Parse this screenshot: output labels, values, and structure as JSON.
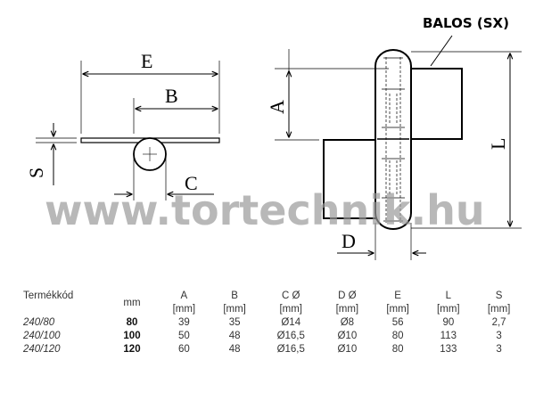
{
  "diagram": {
    "balos_label": "BALOS (SX)",
    "watermark": "www.tortechnik.hu",
    "dimension_labels": {
      "E": "E",
      "B": "B",
      "S": "S",
      "C": "C",
      "A": "A",
      "L": "L",
      "D": "D"
    }
  },
  "table": {
    "headers": [
      {
        "top": "Termékkód",
        "bottom": ""
      },
      {
        "top": "mm",
        "bottom": ""
      },
      {
        "top": "A",
        "bottom": "[mm]"
      },
      {
        "top": "B",
        "bottom": "[mm]"
      },
      {
        "top": "C Ø",
        "bottom": "[mm]"
      },
      {
        "top": "D Ø",
        "bottom": "[mm]"
      },
      {
        "top": "E",
        "bottom": "[mm]"
      },
      {
        "top": "L",
        "bottom": "[mm]"
      },
      {
        "top": "S",
        "bottom": "[mm]"
      }
    ],
    "rows": [
      [
        "240/80",
        "80",
        "39",
        "35",
        "Ø14",
        "Ø8",
        "56",
        "90",
        "2,7"
      ],
      [
        "240/100",
        "100",
        "50",
        "48",
        "Ø16,5",
        "Ø10",
        "80",
        "113",
        "3"
      ],
      [
        "240/120",
        "120",
        "60",
        "48",
        "Ø16,5",
        "Ø10",
        "80",
        "133",
        "3"
      ]
    ]
  },
  "colors": {
    "line": "#000000",
    "watermark": "#9a9a9a"
  }
}
